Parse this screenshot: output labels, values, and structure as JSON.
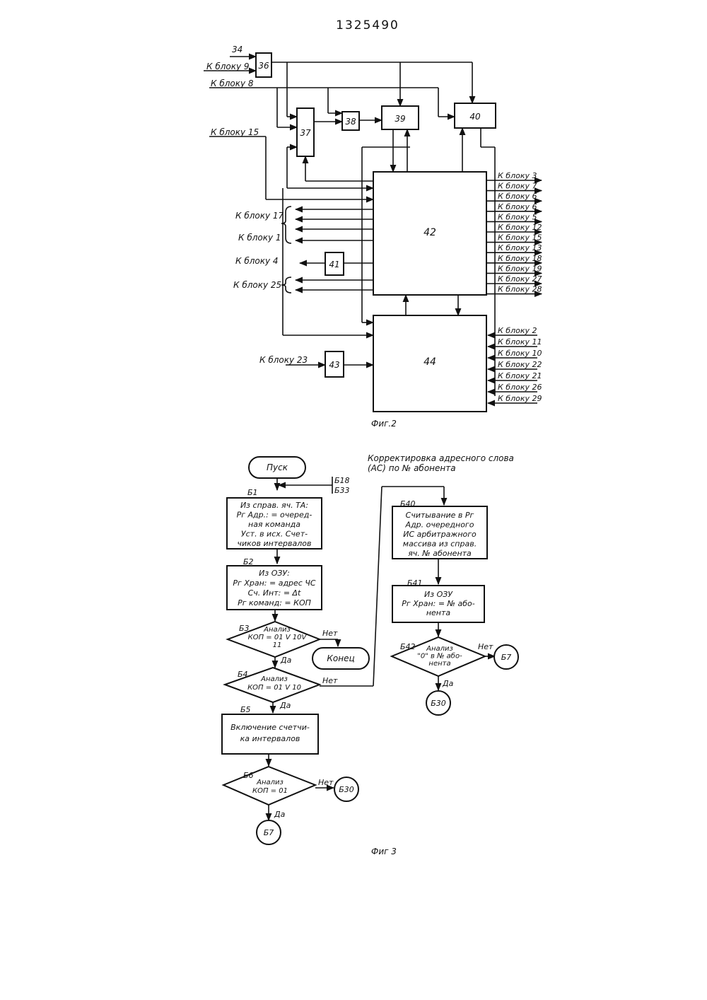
{
  "page": {
    "number": "1325490"
  },
  "fig2": {
    "caption": "Фиг.2",
    "blocks": {
      "b36": "36",
      "b37": "37",
      "b38": "38",
      "b39": "39",
      "b40": "40",
      "b41": "41",
      "b42": "42",
      "b43": "43",
      "b44": "44"
    },
    "left_labels": {
      "l34": "34",
      "k9": "К блоку 9",
      "k8": "К блоку 8",
      "k15": "К блоку 15",
      "k17": "К блоку 17",
      "k1": "К блоку 1",
      "k4": "К блоку 4",
      "k25": "К блоку 25",
      "k23": "К блоку 23"
    },
    "right_labels_42": [
      "К блоку 3",
      "К блоку 7",
      "К блоку 6",
      "К блоку 6",
      "К блоку 5",
      "К блоку 12",
      "К блоку 15",
      "К блоку 13",
      "К блоку 18",
      "К блоку 19",
      "К блоку 27",
      "К блоку 28"
    ],
    "right_labels_44": [
      "К блоку 2",
      "К блоку 11",
      "К блоку 10",
      "К блоку 22",
      "К блоку 21",
      "К блоку 26",
      "К блоку 29"
    ]
  },
  "fig3": {
    "caption": "Фиг 3",
    "heading": [
      "Корректировка адресного слова",
      "(АС) по № абонента"
    ],
    "start": "Пуск",
    "end": "Конец",
    "side_refs": [
      "Б18",
      "Б33"
    ],
    "b1": {
      "id": "Б1",
      "lines": [
        "Из справ. яч. ТА:",
        "Рг Адр.: = очеред-",
        "ная команда",
        "Уст. в исх. Счет-",
        "чиков интервалов"
      ]
    },
    "b2": {
      "id": "Б2",
      "lines": [
        "Из ОЗУ:",
        "Рг Хран: = адрес ЧС",
        "Сч. Инт: = Δt",
        "Рг команд: = КОП"
      ]
    },
    "b3": {
      "id": "Б3",
      "lines": [
        "Анализ",
        "КОП = 01 V 10V",
        "11"
      ],
      "yes": "Да",
      "no": "Нет"
    },
    "b4": {
      "id": "Б4",
      "lines": [
        "Анализ",
        "КОП = 01 V 10"
      ],
      "yes": "Да",
      "no": "Нет"
    },
    "b5": {
      "id": "Б5",
      "lines": [
        "Включение счетчи-",
        "ка интервалов"
      ]
    },
    "b6": {
      "id": "Б6",
      "lines": [
        "Анализ",
        "КОП = 01"
      ],
      "yes": "Да",
      "no": "Нет"
    },
    "b40": {
      "id": "Б40",
      "lines": [
        "Считывание в Рг",
        "Адр. очередного",
        "ИС арбитражного",
        "массива из справ.",
        "яч. № абонента"
      ]
    },
    "b41": {
      "id": "Б41",
      "lines": [
        "Из ОЗУ",
        "Рг Хран: = № або-",
        "нента"
      ]
    },
    "b42": {
      "id": "Б42",
      "lines": [
        "Анализ",
        "\"0\" в № або-",
        "нента"
      ],
      "yes": "Да",
      "no": "Нет"
    },
    "connectors": {
      "c30a": "Б30",
      "c7a": "Б7",
      "c7b": "Б7",
      "c30b": "Б30"
    }
  }
}
